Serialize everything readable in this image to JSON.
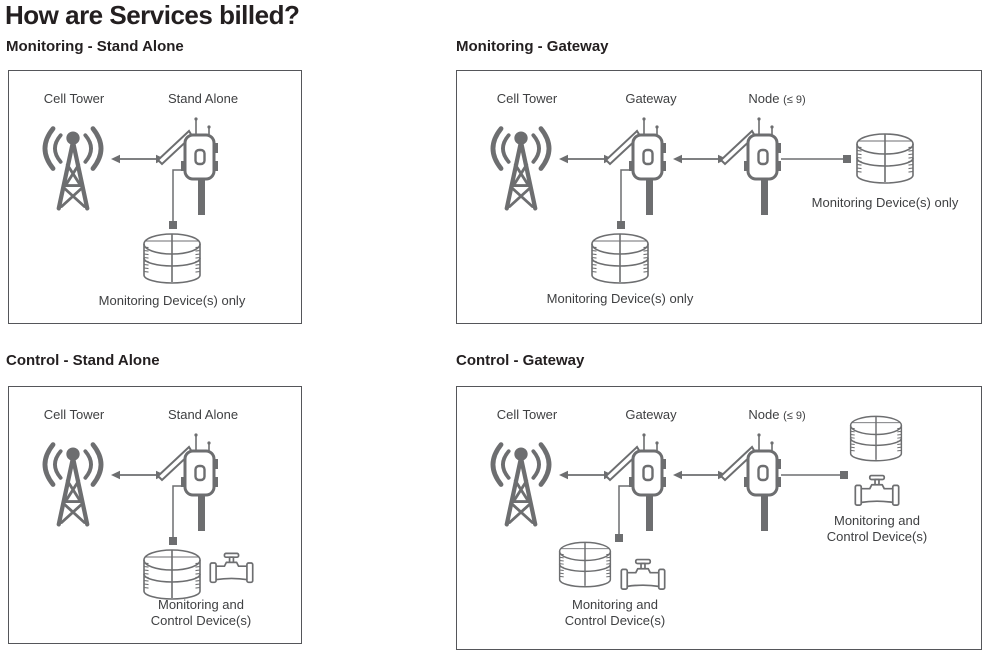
{
  "title": "How are Services billed?",
  "colors": {
    "icon_gray": "#6d6e70",
    "label_text": "#3f4042",
    "heading_text": "#231f20",
    "panel_border": "#55565a"
  },
  "panels": [
    {
      "heading": "Monitoring - Stand Alone",
      "cell_tower_label": "Cell Tower",
      "device_label": "Stand Alone",
      "bottom_device_label": "Monitoring Device(s) only"
    },
    {
      "heading": "Monitoring - Gateway",
      "cell_tower_label": "Cell Tower",
      "device_label": "Gateway",
      "node_label": "Node",
      "node_limit": "(≤ 9)",
      "bottom_device_label": "Monitoring Device(s) only",
      "right_device_label": "Monitoring Device(s) only"
    },
    {
      "heading": "Control - Stand Alone",
      "cell_tower_label": "Cell Tower",
      "device_label": "Stand Alone",
      "bottom_device_label": "Monitoring and Control Device(s)"
    },
    {
      "heading": "Control - Gateway",
      "cell_tower_label": "Cell Tower",
      "device_label": "Gateway",
      "node_label": "Node",
      "node_limit": "(≤ 9)",
      "bottom_device_label": "Monitoring and Control Device(s)",
      "right_device_label": "Monitoring and Control Device(s)"
    }
  ]
}
